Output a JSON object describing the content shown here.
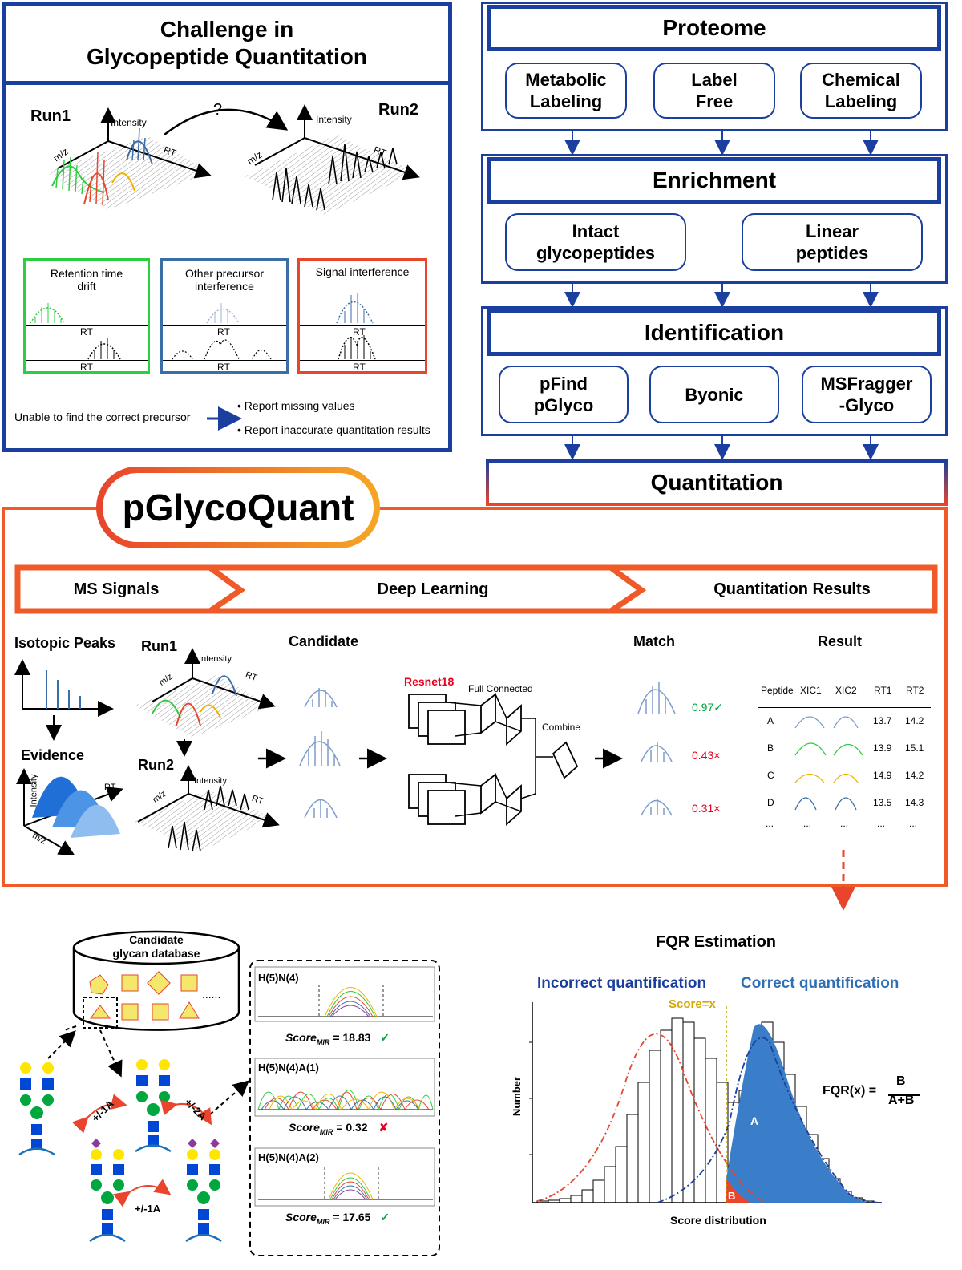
{
  "challenge": {
    "title": "Challenge in\nGlycopeptide Quantitation",
    "run1": "Run1",
    "run2": "Run2",
    "question": "?",
    "intensity": "Intensity",
    "rt": "RT",
    "mz": "m/z",
    "panels": [
      {
        "title": "Retention time\ndrift",
        "color": "#2ecc40"
      },
      {
        "title": "Other precursor\ninterference",
        "color": "#3a6ea5"
      },
      {
        "title": "Signal interference",
        "color": "#e8452c"
      }
    ],
    "unable": "Unable to find the correct precursor",
    "bullets": [
      "Report missing values",
      "Report inaccurate quantitation results"
    ]
  },
  "workflow": {
    "proteome": "Proteome",
    "proteome_items": [
      "Metabolic\nLabeling",
      "Label\nFree",
      "Chemical\nLabeling"
    ],
    "enrichment": "Enrichment",
    "enrichment_items": [
      "Intact\nglycopeptides",
      "Linear\npeptides"
    ],
    "identification": "Identification",
    "identification_items": [
      "pFind\npGlyco",
      "Byonic",
      "MSFragger\n-Glyco"
    ],
    "quantitation": "Quantitation"
  },
  "pglyco": {
    "title": "pGlycoQuant",
    "steps": [
      "MS Signals",
      "Deep Learning",
      "Quantitation Results"
    ],
    "isotopic": "Isotopic Peaks",
    "evidence": "Evidence",
    "run1": "Run1",
    "run2": "Run2",
    "candidate": "Candidate",
    "resnet": "Resnet18",
    "full_connected": "Full Connected",
    "combine": "Combine",
    "match": "Match",
    "scores": [
      "0.97✓",
      "0.43×",
      "0.31×"
    ],
    "result": "Result",
    "table_headers": [
      "Peptide",
      "XIC1",
      "XIC2",
      "RT1",
      "RT2"
    ],
    "table_rows": [
      {
        "peptide": "A",
        "rt1": "13.7",
        "rt2": "14.2",
        "color": "#7f9cc9"
      },
      {
        "peptide": "B",
        "rt1": "13.9",
        "rt2": "15.1",
        "color": "#2ecc40"
      },
      {
        "peptide": "C",
        "rt1": "14.9",
        "rt2": "14.2",
        "color": "#f0b400"
      },
      {
        "peptide": "D",
        "rt1": "13.5",
        "rt2": "14.3",
        "color": "#3a6ea5"
      },
      {
        "peptide": "...",
        "rt1": "...",
        "rt2": "...",
        "color": "#000"
      }
    ],
    "table_ellipsis": "..."
  },
  "glycan": {
    "db_title": "Candidate\nglycan database",
    "ellipsis": "......",
    "edges": [
      "+/-1A",
      "+/-2A",
      "+/-1A"
    ],
    "scores": [
      {
        "name": "H(5)N(4)",
        "score": "= 18.83",
        "ok": "✓"
      },
      {
        "name": "H(5)N(4)A(1)",
        "score": "= 0.32",
        "ok": "✘"
      },
      {
        "name": "H(5)N(4)A(2)",
        "score": "= 17.65",
        "ok": "✓"
      }
    ],
    "score_label": "Score",
    "score_sub": "MIR"
  },
  "fqr": {
    "title": "FQR Estimation",
    "incorrect": "Incorrect quantification",
    "correct": "Correct quantification",
    "scorex": "Score=x",
    "ylabel": "Number",
    "xlabel": "Score distribution",
    "formula_lhs": "FQR(x) =",
    "num": "B",
    "den": "A+B",
    "a": "A",
    "b": "B"
  },
  "colors": {
    "blue": "#1b3f9e",
    "orange": "#f05a28",
    "gray": "#8a8a8a"
  }
}
